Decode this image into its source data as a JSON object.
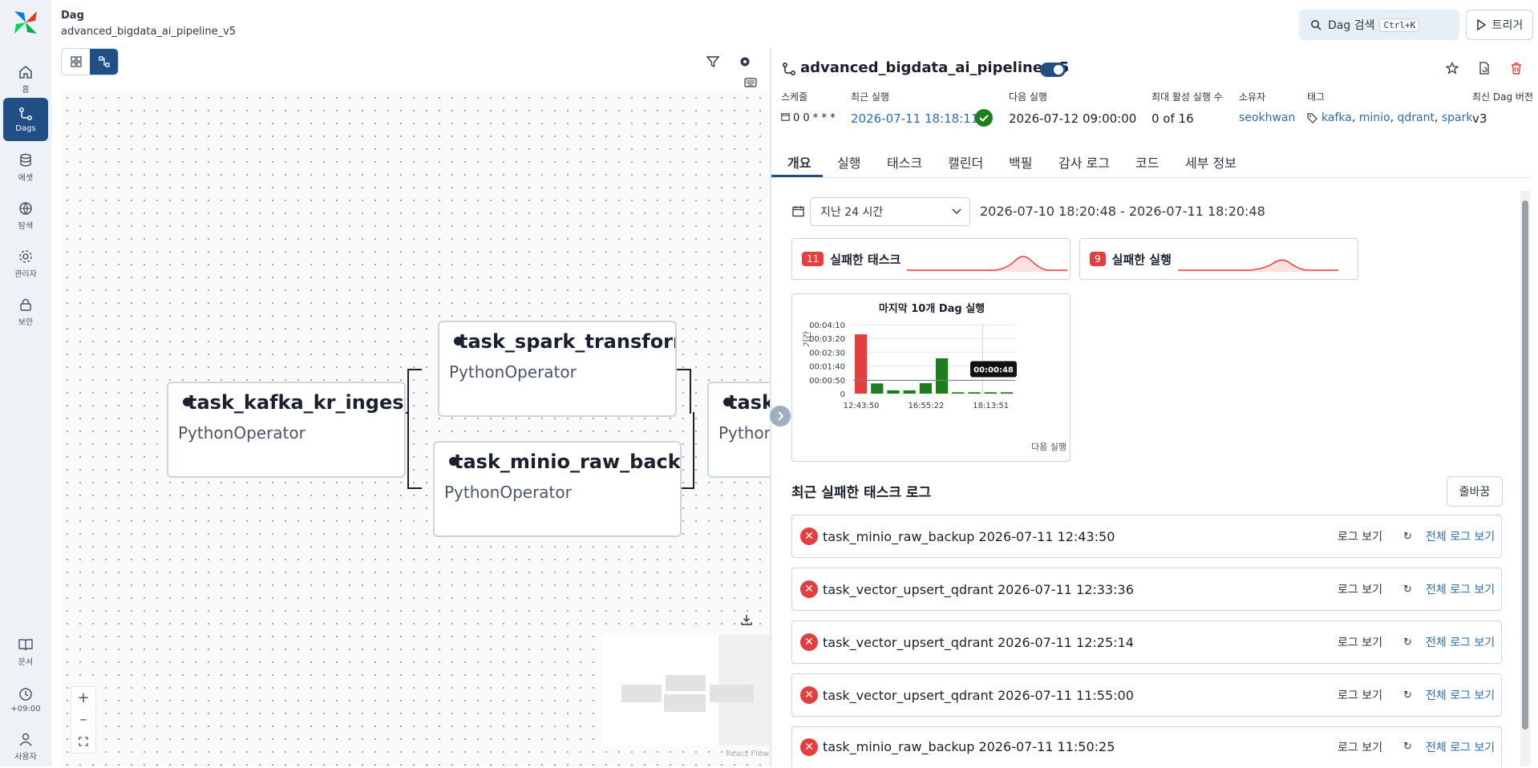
{
  "nav": {
    "items": [
      {
        "label": "홈",
        "icon": "home-icon"
      },
      {
        "label": "Dags",
        "icon": "dags-icon"
      },
      {
        "label": "에셋",
        "icon": "database-icon"
      },
      {
        "label": "탐색",
        "icon": "globe-icon"
      },
      {
        "label": "관리자",
        "icon": "gear-icon"
      },
      {
        "label": "보안",
        "icon": "lock-icon"
      },
      {
        "label": "문서",
        "icon": "book-icon"
      },
      {
        "label": "+09:00",
        "icon": "clock-icon"
      },
      {
        "label": "사용자",
        "icon": "user-icon"
      }
    ]
  },
  "header": {
    "section": "Dag",
    "dag_id": "advanced_bigdata_ai_pipeline_v5",
    "search_label": "Dag 검색",
    "search_shortcut": "Ctrl+K",
    "trigger_label": "트리거"
  },
  "graph": {
    "nodes": [
      {
        "task": "task_kafka_kr_ingest",
        "operator": "PythonOperator"
      },
      {
        "task": "task_spark_transform",
        "operator": "PythonOperator"
      },
      {
        "task": "task_minio_raw_backup",
        "operator": "PythonOperator"
      },
      {
        "task": "task_vector_upsert_qdrant",
        "operator": "PythonOperator"
      }
    ],
    "attribution": "React Flow"
  },
  "details": {
    "dag_name": "advanced_bigdata_ai_pipeline_v5",
    "meta": {
      "schedule_label": "스케줄",
      "schedule_value": "0 0 * * *",
      "last_run_label": "최근 실행",
      "last_run_value": "2026-07-11 18:18:11",
      "next_run_label": "다음 실행",
      "next_run_value": "2026-07-12 09:00:00",
      "max_active_label": "최대 활성 실행 수",
      "max_active_value": "0 of 16",
      "owner_label": "소유자",
      "owner_value": "seokhwan",
      "tags_label": "태그",
      "tags": [
        "kafka",
        "minio",
        "qdrant",
        "spark"
      ],
      "version_label": "최신 Dag 버전",
      "version_value": "v3"
    },
    "tabs": [
      "개요",
      "실행",
      "태스크",
      "캘린더",
      "백필",
      "감사 로그",
      "코드",
      "세부 정보"
    ],
    "range_select": "지난 24 시간",
    "range_text": "2026-07-10 18:20:48 - 2026-07-11 18:20:48",
    "stats": [
      {
        "count": "11",
        "label": "실패한 태스크"
      },
      {
        "count": "9",
        "label": "실패한 실행"
      }
    ],
    "failed_logs_heading": "최근 실패한 태스크 로그",
    "collapse_all": "줄바꿈",
    "view_log": "로그 보기",
    "full_log": "전체 로그 보기",
    "logs": [
      "task_minio_raw_backup 2026-07-11 12:43:50",
      "task_vector_upsert_qdrant 2026-07-11 12:33:36",
      "task_vector_upsert_qdrant 2026-07-11 12:25:14",
      "task_vector_upsert_qdrant 2026-07-11 11:55:00",
      "task_minio_raw_backup 2026-07-11 11:50:25"
    ]
  },
  "colors": {
    "accent": "#1f4f85",
    "failed": "#e53e3e",
    "success": "#1e7e1e",
    "link": "#2b6cb0"
  },
  "chart_data": {
    "type": "bar",
    "title": "마지막 10개 Dag 실행",
    "ylabel": "기간",
    "xlabel": "다음 실행",
    "y_ticks": [
      "0",
      "00:00:50",
      "00:01:40",
      "00:02:30",
      "00:03:20",
      "00:04:10"
    ],
    "x_ticks": [
      "12:43:50",
      "16:55:22",
      "18:13:51"
    ],
    "ylim": [
      0,
      250
    ],
    "values": [
      215,
      37,
      12,
      12,
      38,
      128,
      5,
      5,
      5,
      5
    ],
    "states": [
      "failed",
      "success",
      "success",
      "success",
      "success",
      "success",
      "success",
      "success",
      "success",
      "success"
    ],
    "reference_label": "00:00:48",
    "reference_value": 48
  }
}
